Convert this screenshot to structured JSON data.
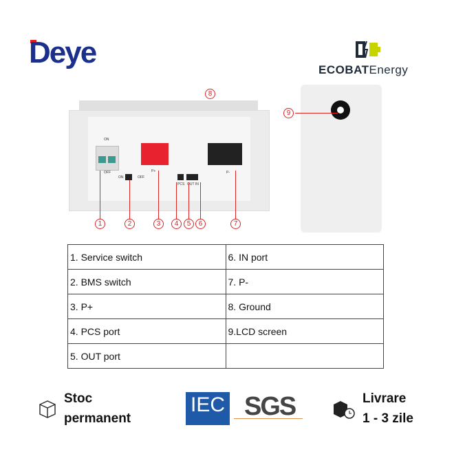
{
  "brand": {
    "left_logo": "Deye",
    "right_logo_bold": "ECOBAT",
    "right_logo_light": "Energy"
  },
  "device": {
    "on_label": "ON",
    "off_label": "OFF",
    "p_plus": "P+",
    "p_minus": "P-",
    "pcs": "PCS",
    "out_in": "OUT IN",
    "markers": [
      "1",
      "2",
      "3",
      "4",
      "5",
      "6",
      "7",
      "8",
      "9"
    ]
  },
  "colors": {
    "marker": "#dd2222",
    "positive": "#e8232f",
    "brand_blue": "#1b2f8c"
  },
  "legend_table": {
    "rows": [
      [
        "1. Service switch",
        "6. IN port"
      ],
      [
        "2. BMS switch",
        "7. P-"
      ],
      [
        "3. P+",
        "8. Ground"
      ],
      [
        "4. PCS port",
        "9.LCD screen"
      ],
      [
        "5. OUT port",
        ""
      ]
    ]
  },
  "features": {
    "stock_line1": "Stoc",
    "stock_line2": "permanent",
    "cert1": "IEC",
    "cert2": "SGS",
    "delivery_line1": "Livrare",
    "delivery_line2": "1 - 3 zile"
  }
}
